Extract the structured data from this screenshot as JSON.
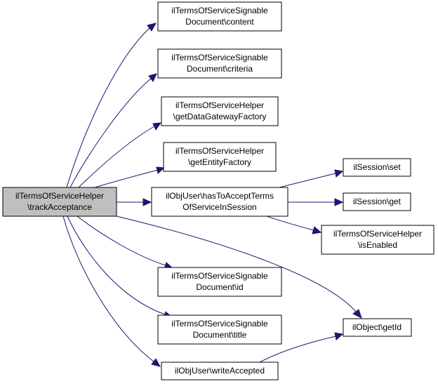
{
  "colors": {
    "root_fill": "#bfbfbf",
    "node_fill": "#ffffff",
    "node_border": "#000000",
    "edge": "#191970",
    "text": "#000000"
  },
  "nodes": {
    "root": {
      "line1": "ilTermsOfServiceHelper",
      "line2": "\\trackAcceptance"
    },
    "signable_content": {
      "line1": "ilTermsOfServiceSignable",
      "line2": "Document\\content"
    },
    "signable_criteria": {
      "line1": "ilTermsOfServiceSignable",
      "line2": "Document\\criteria"
    },
    "helper_gateway": {
      "line1": "ilTermsOfServiceHelper",
      "line2": "\\getDataGatewayFactory"
    },
    "helper_entity": {
      "line1": "ilTermsOfServiceHelper",
      "line2": "\\getEntityFactory"
    },
    "user_hastoaccept": {
      "line1": "ilObjUser\\hasToAcceptTerms",
      "line2": "OfServiceInSession"
    },
    "signable_id": {
      "line1": "ilTermsOfServiceSignable",
      "line2": "Document\\id"
    },
    "signable_title": {
      "line1": "ilTermsOfServiceSignable",
      "line2": "Document\\title"
    },
    "user_write": {
      "line1": "ilObjUser\\writeAccepted"
    },
    "session_set": {
      "line1": "ilSession\\set"
    },
    "session_get": {
      "line1": "ilSession\\get"
    },
    "helper_enabled": {
      "line1": "ilTermsOfServiceHelper",
      "line2": "\\isEnabled"
    },
    "object_getid": {
      "line1": "ilObject\\getId"
    }
  }
}
